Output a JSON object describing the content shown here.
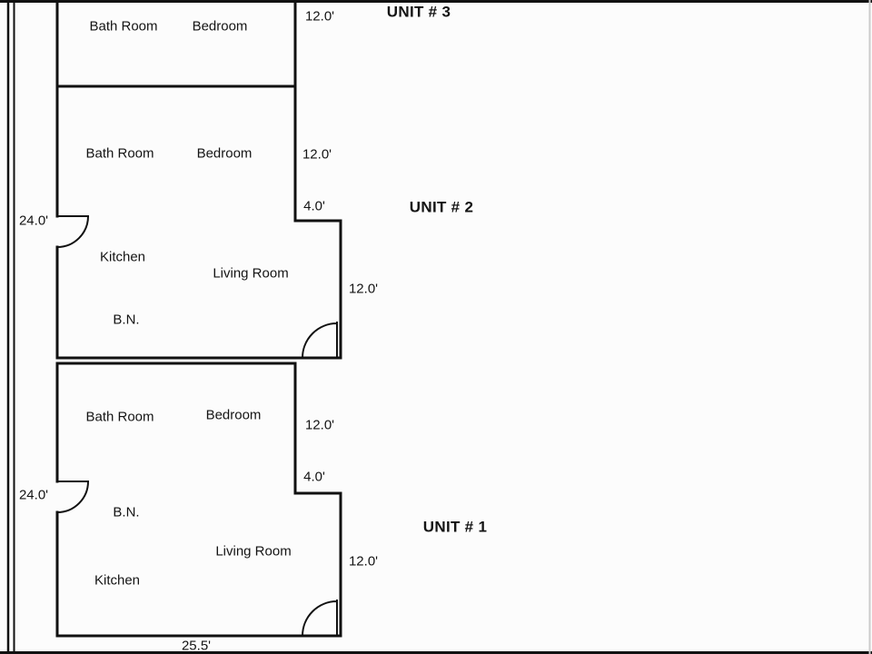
{
  "plan": {
    "colors": {
      "wall": "#111111",
      "background": "#fcfcfc",
      "text": "#141414",
      "right_edge": "#cccccc"
    },
    "units": [
      {
        "id": "unit3",
        "title": "UNIT # 3",
        "rooms": {
          "bathroom": "Bath Room",
          "bedroom": "Bedroom"
        },
        "dims": {
          "right_top": "12.0'"
        }
      },
      {
        "id": "unit2",
        "title": "UNIT # 2",
        "rooms": {
          "bathroom": "Bath Room",
          "bedroom": "Bedroom",
          "kitchen": "Kitchen",
          "living_room": "Living Room",
          "bn": "B.N."
        },
        "dims": {
          "right_top": "12.0'",
          "notch": "4.0'",
          "right_bottom": "12.0'",
          "left": "24.0'"
        }
      },
      {
        "id": "unit1",
        "title": "UNIT # 1",
        "rooms": {
          "bathroom": "Bath Room",
          "bedroom": "Bedroom",
          "kitchen": "Kitchen",
          "living_room": "Living Room",
          "bn": "B.N."
        },
        "dims": {
          "right_top": "12.0'",
          "notch": "4.0'",
          "right_bottom": "12.0'",
          "left": "24.0'",
          "bottom": "25.5'"
        }
      }
    ]
  }
}
